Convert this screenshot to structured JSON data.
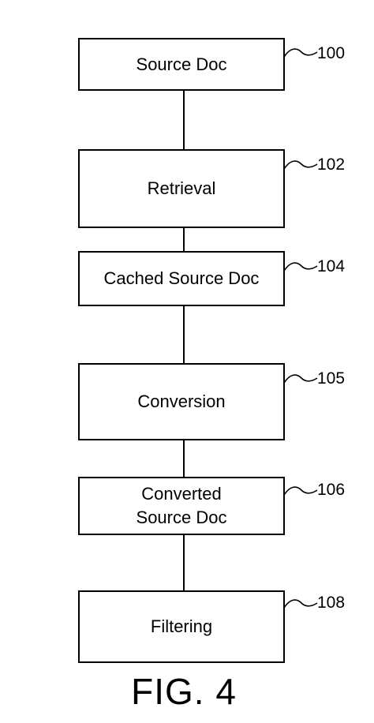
{
  "diagram": {
    "steps": [
      {
        "label": "Source Doc",
        "ref": "100"
      },
      {
        "label": "Retrieval",
        "ref": "102"
      },
      {
        "label": "Cached Source Doc",
        "ref": "104"
      },
      {
        "label": "Conversion",
        "ref": "105"
      },
      {
        "label": "Converted\nSource Doc",
        "ref": "106"
      },
      {
        "label": "Filtering",
        "ref": "108"
      }
    ],
    "caption": "FIG. 4"
  }
}
